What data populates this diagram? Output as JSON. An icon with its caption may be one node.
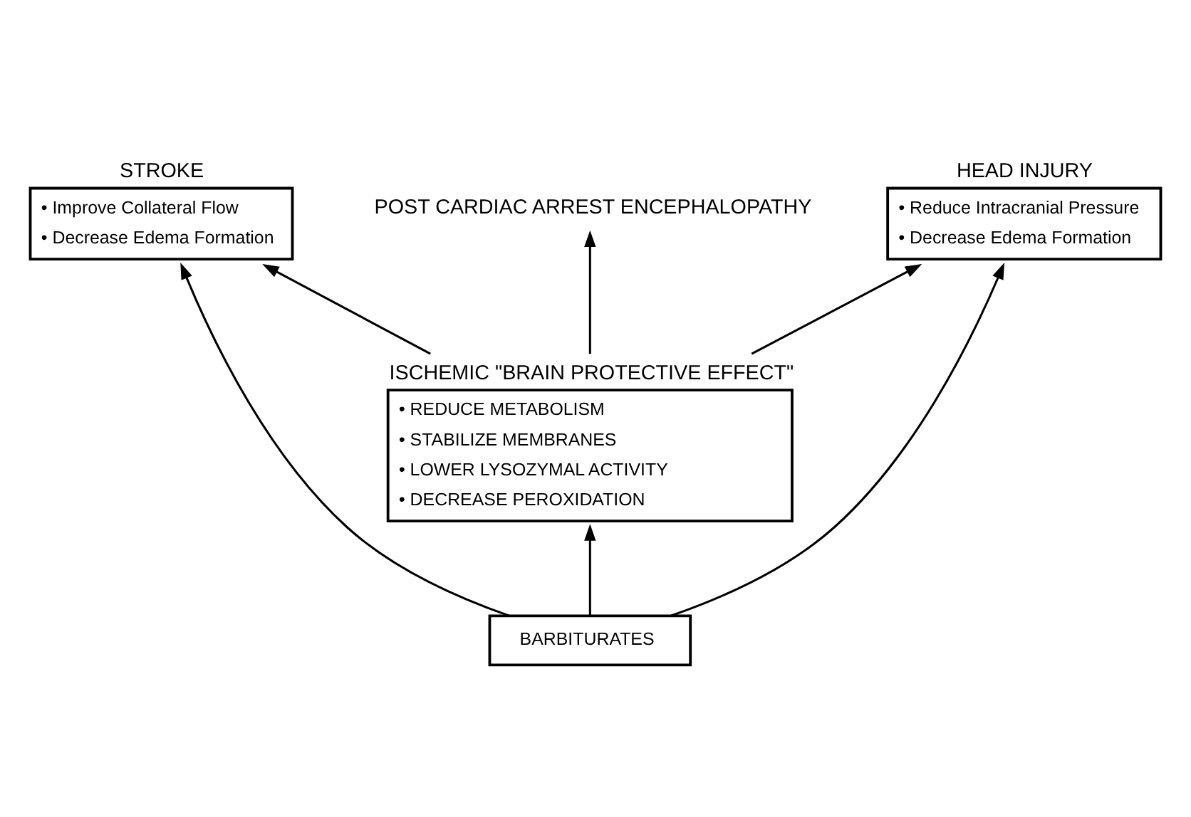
{
  "diagram": {
    "nodes": [
      {
        "text": [
          "STROKE",
          "• Improve Collateral Flow",
          "• Decrease Edema Formation"
        ]
      },
      {
        "text": [
          "POST CARDIAC ARREST ENCEPHALOPATHY"
        ]
      },
      {
        "text": [
          "HEAD INJURY",
          "• Reduce Intracranial Pressure",
          "• Decrease Edema Formation"
        ]
      },
      {
        "text": [
          "ISCHEMIC \"BRAIN PROTECTIVE EFFECT\"",
          "• REDUCE METABOLISM",
          "• STABILIZE MEMBRANES",
          "• LOWER LYSOZYMAL ACTIVITY",
          "• DECREASE PEROXIDATION"
        ]
      },
      {
        "text": [
          "BARBITURATES"
        ]
      }
    ],
    "edges": [
      {
        "from": 4,
        "to": 0,
        "arrow": "to"
      },
      {
        "from": 3,
        "to": 0,
        "arrow": "to"
      },
      {
        "from": 3,
        "to": 1,
        "arrow": "to"
      },
      {
        "from": 3,
        "to": 2,
        "arrow": "to"
      },
      {
        "from": 4,
        "to": 2,
        "arrow": "to"
      },
      {
        "from": 4,
        "to": 3,
        "arrow": "to"
      }
    ]
  }
}
